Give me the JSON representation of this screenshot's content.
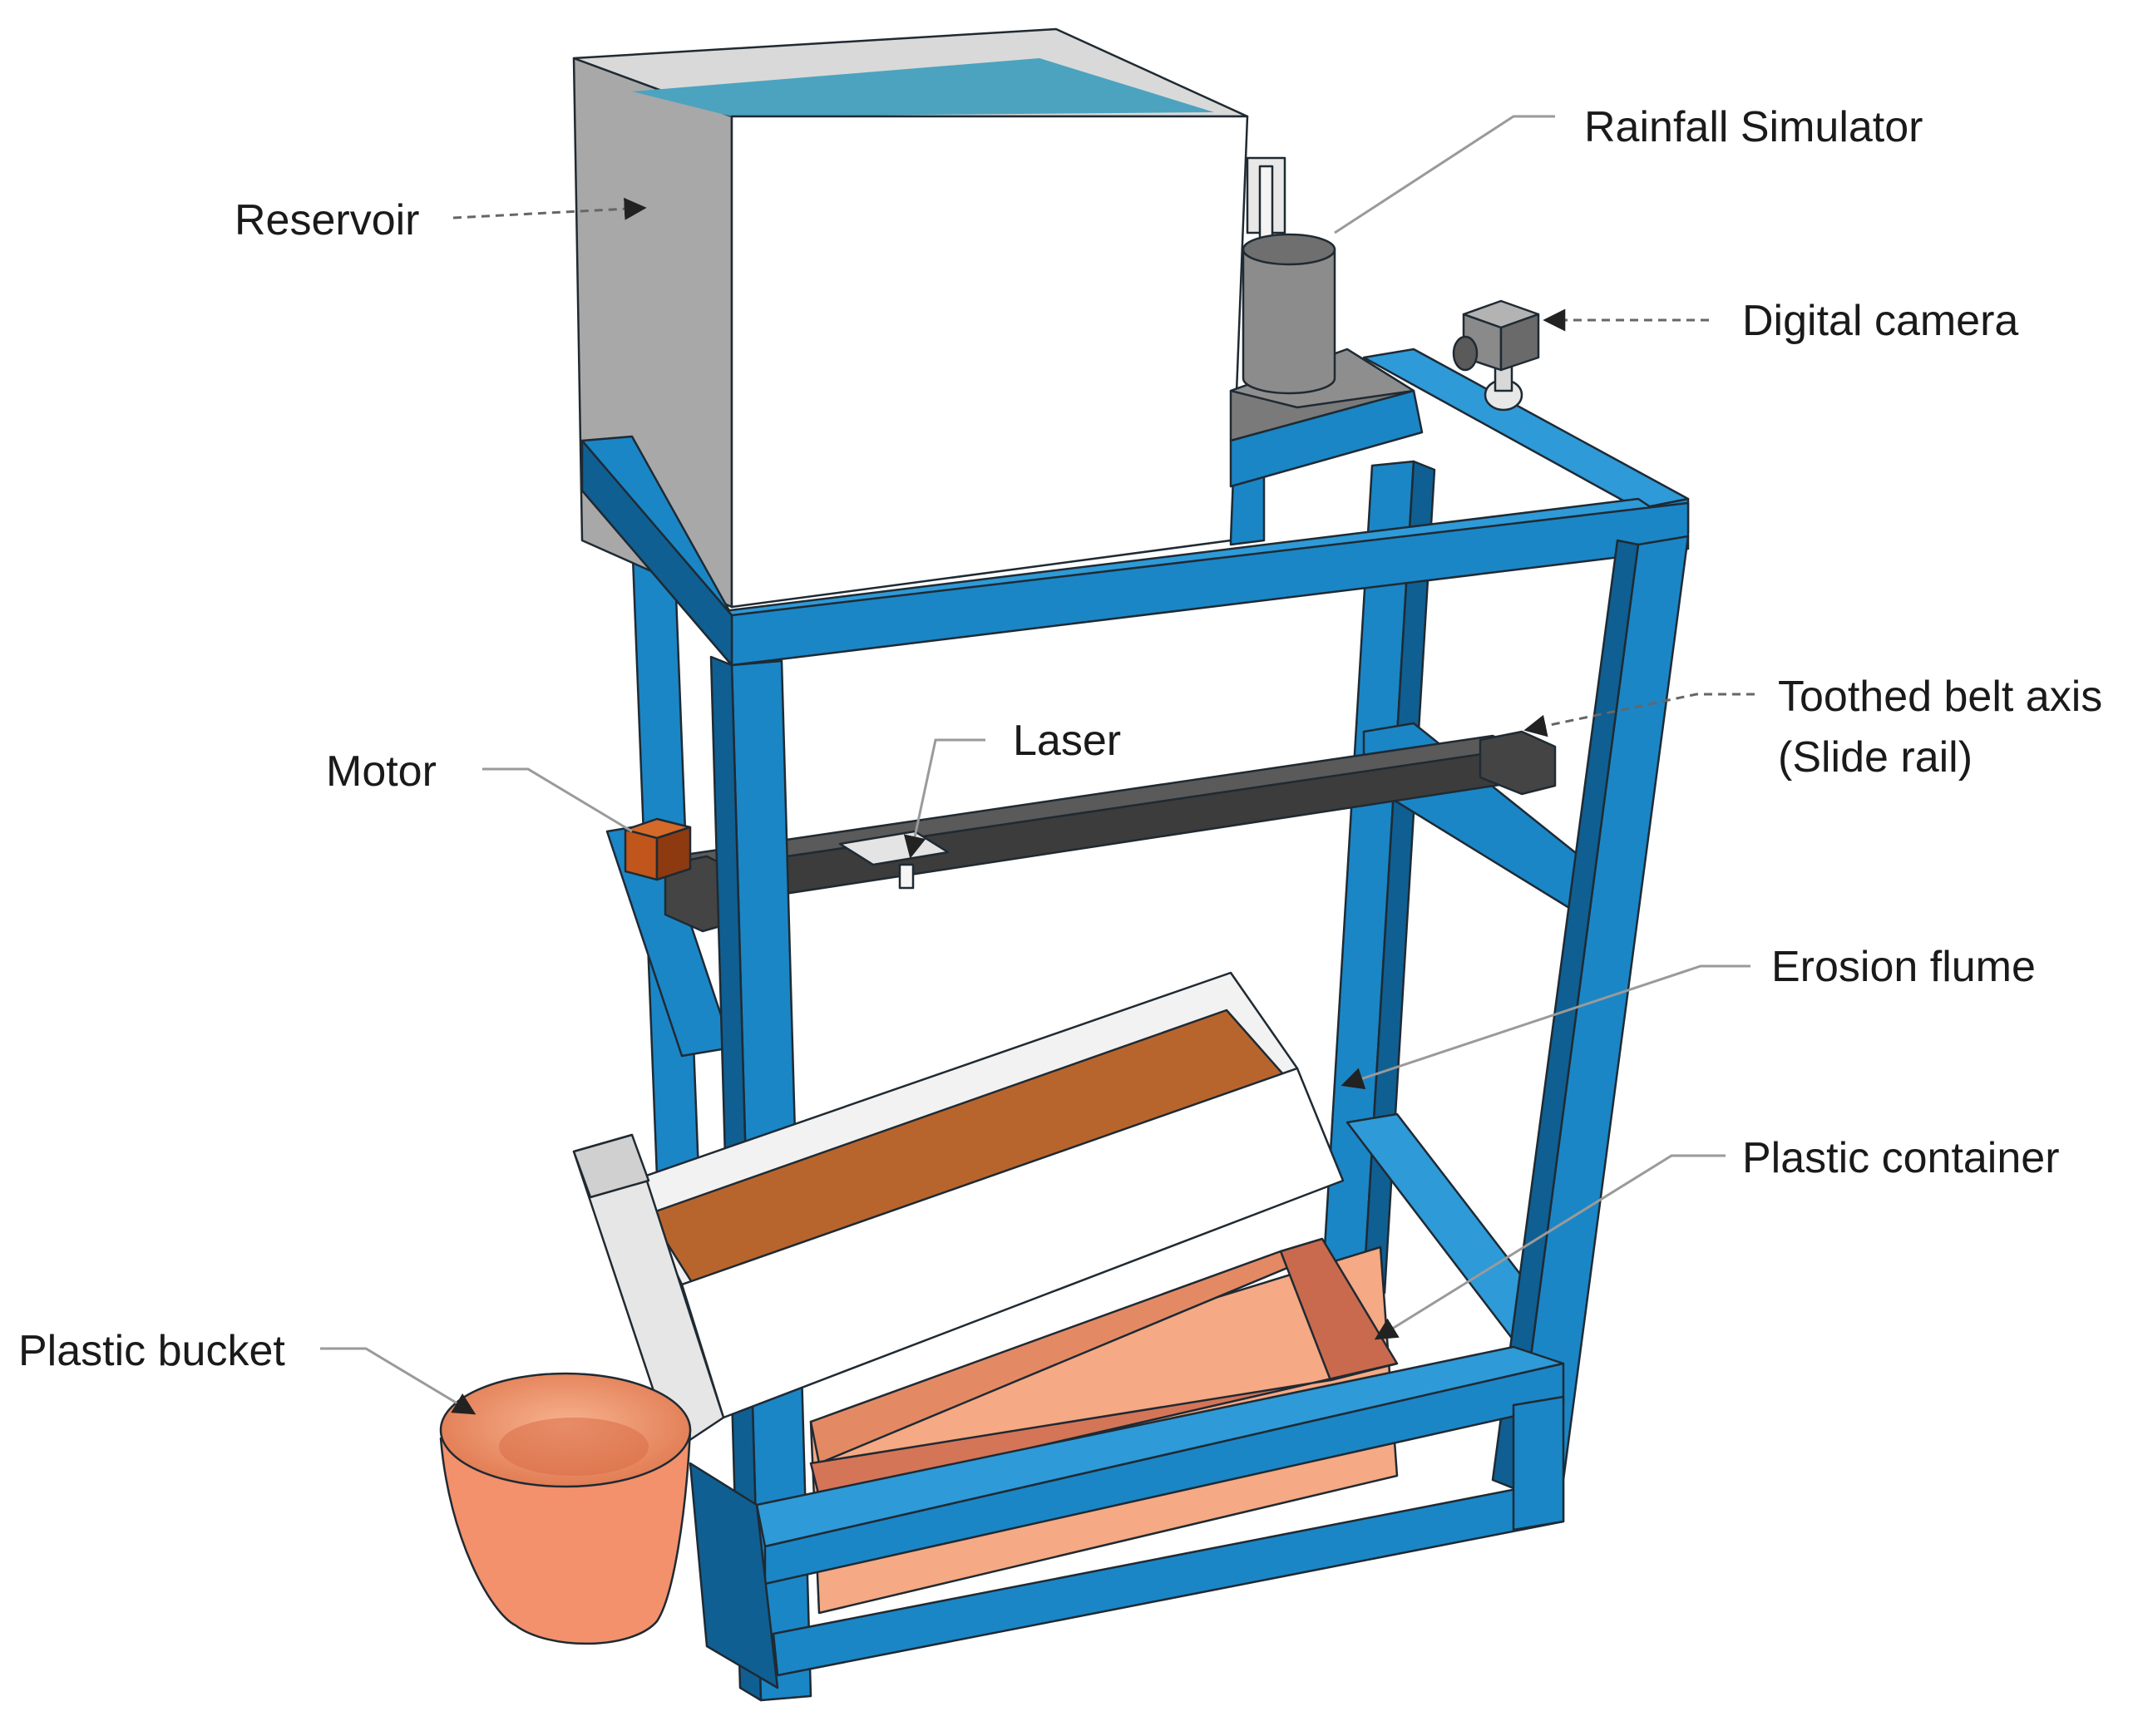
{
  "labels": {
    "reservoir": "Reservoir",
    "rainfall_simulator": "Rainfall Simulator",
    "digital_camera": "Digital camera",
    "toothed_belt_line1": "Toothed belt axis",
    "toothed_belt_line2": "(Slide rail)",
    "laser": "Laser",
    "motor": "Motor",
    "erosion_flume": "Erosion flume",
    "plastic_container": "Plastic container",
    "plastic_bucket": "Plastic bucket"
  },
  "colors": {
    "frame": "#1a86c6",
    "frame_top": "#2e9ad8",
    "frame_dark": "#0f5f92",
    "reservoir_front": "#ffffff",
    "reservoir_side": "#a8a8a8",
    "water": "#4ba3bf",
    "rail": "#3c3c3c",
    "motor": "#c0561b",
    "soil": "#b8652d",
    "container": "#f5a984",
    "container_dark": "#c96a4e",
    "bucket": "#f2916c"
  }
}
